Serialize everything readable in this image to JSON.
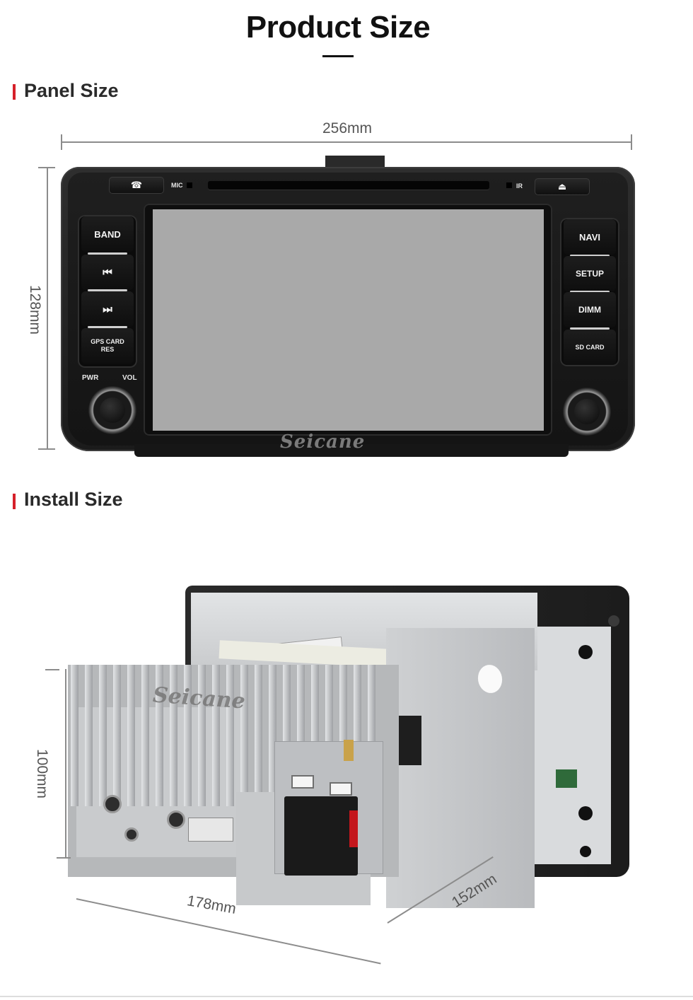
{
  "header": {
    "title": "Product Size"
  },
  "sections": {
    "panel": {
      "title": "Panel Size",
      "width_label": "256mm",
      "height_label": "128mm"
    },
    "install": {
      "title": "Install Size",
      "height_label": "100mm",
      "width_label": "178mm",
      "depth_label": "152mm"
    }
  },
  "radio": {
    "brand": "Seicane",
    "mic_label": "MIC",
    "ir_label": "IR",
    "left_buttons": [
      "BAND",
      "⏮",
      "⏭",
      "GPS CARD\nRES"
    ],
    "right_buttons": [
      "NAVI",
      "SETUP",
      "DIMM",
      "SD CARD"
    ],
    "pwr_label": "PWR",
    "vol_label": "VOL",
    "phone_icon": "phone-icon",
    "eject_icon": "eject-icon"
  },
  "unit": {
    "brand": "Seicane"
  },
  "colors": {
    "accent": "#d6202a",
    "title": "#111111",
    "dimension_line": "#8c8c8c",
    "screen": "#a9a9a9"
  }
}
